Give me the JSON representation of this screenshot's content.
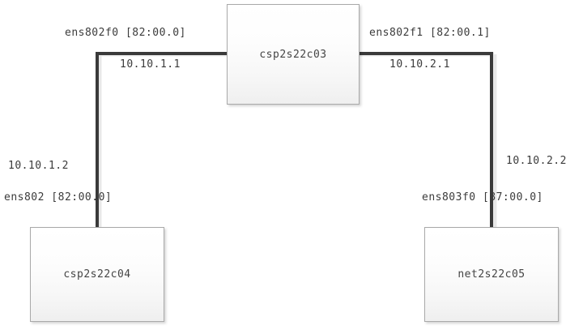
{
  "diagram": {
    "type": "network-topology",
    "nodes": [
      {
        "id": "csp2s22c03",
        "label": "csp2s22c03",
        "role": "switch-center"
      },
      {
        "id": "csp2s22c04",
        "label": "csp2s22c04",
        "role": "host-left"
      },
      {
        "id": "net2s22c05",
        "label": "net2s22c05",
        "role": "host-right"
      }
    ],
    "links": [
      {
        "id": "link-left",
        "from": "csp2s22c03",
        "to": "csp2s22c04",
        "near_interface": "ens802f0 [82:00.0]",
        "near_ip": "10.10.1.1",
        "far_interface": "ens802 [82:00.0]",
        "far_ip": "10.10.1.2"
      },
      {
        "id": "link-right",
        "from": "csp2s22c03",
        "to": "net2s22c05",
        "near_interface": "ens802f1 [82:00.1]",
        "near_ip": "10.10.2.1",
        "far_interface": "ens803f0 [87:00.0]",
        "far_ip": "10.10.2.2"
      }
    ],
    "annotations": {
      "iface_left_top": "ens802f0 [82:00.0]",
      "ip_left_top": "10.10.1.1",
      "iface_right_top": "ens802f1 [82:00.1]",
      "ip_right_top": "10.10.2.1",
      "ip_left_bottom": "10.10.1.2",
      "iface_left_bottom": "ens802 [82:00.0]",
      "ip_right_bottom": "10.10.2.2",
      "iface_right_bottom": "ens803f0 [87:00.0]"
    },
    "colors": {
      "line": "#3a3a3a",
      "line_shadow": "#e6e6e6",
      "node_border": "#a9a9a9",
      "text": "#3b3b3b",
      "node_text": "#444444",
      "background": "#ffffff"
    }
  }
}
